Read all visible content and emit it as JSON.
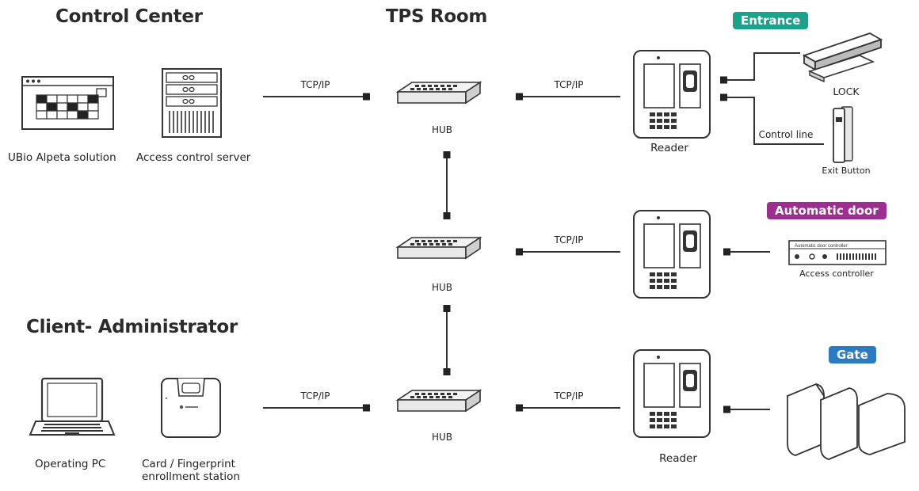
{
  "sections": {
    "control_center": "Control Center",
    "tps_room": "TPS Room",
    "client_admin": "Client- Administrator"
  },
  "devices": {
    "ubio": "UBio Alpeta solution",
    "server": "Access control server",
    "operating_pc": "Operating PC",
    "enrollment": "Card / Fingerprint\nenrollment station",
    "hub": "HUB",
    "reader": "Reader",
    "lock": "LOCK",
    "exit_button": "Exit Button",
    "access_controller": "Access controller",
    "access_controller_panel": "Automatic door controller"
  },
  "links": {
    "tcpip": "TCP/IP",
    "control_line": "Control line"
  },
  "zones": [
    {
      "label": "Entrance",
      "color": "#1aa38a"
    },
    {
      "label": "Automatic door",
      "color": "#9a2f8e"
    },
    {
      "label": "Gate",
      "color": "#2a7bc4"
    }
  ]
}
